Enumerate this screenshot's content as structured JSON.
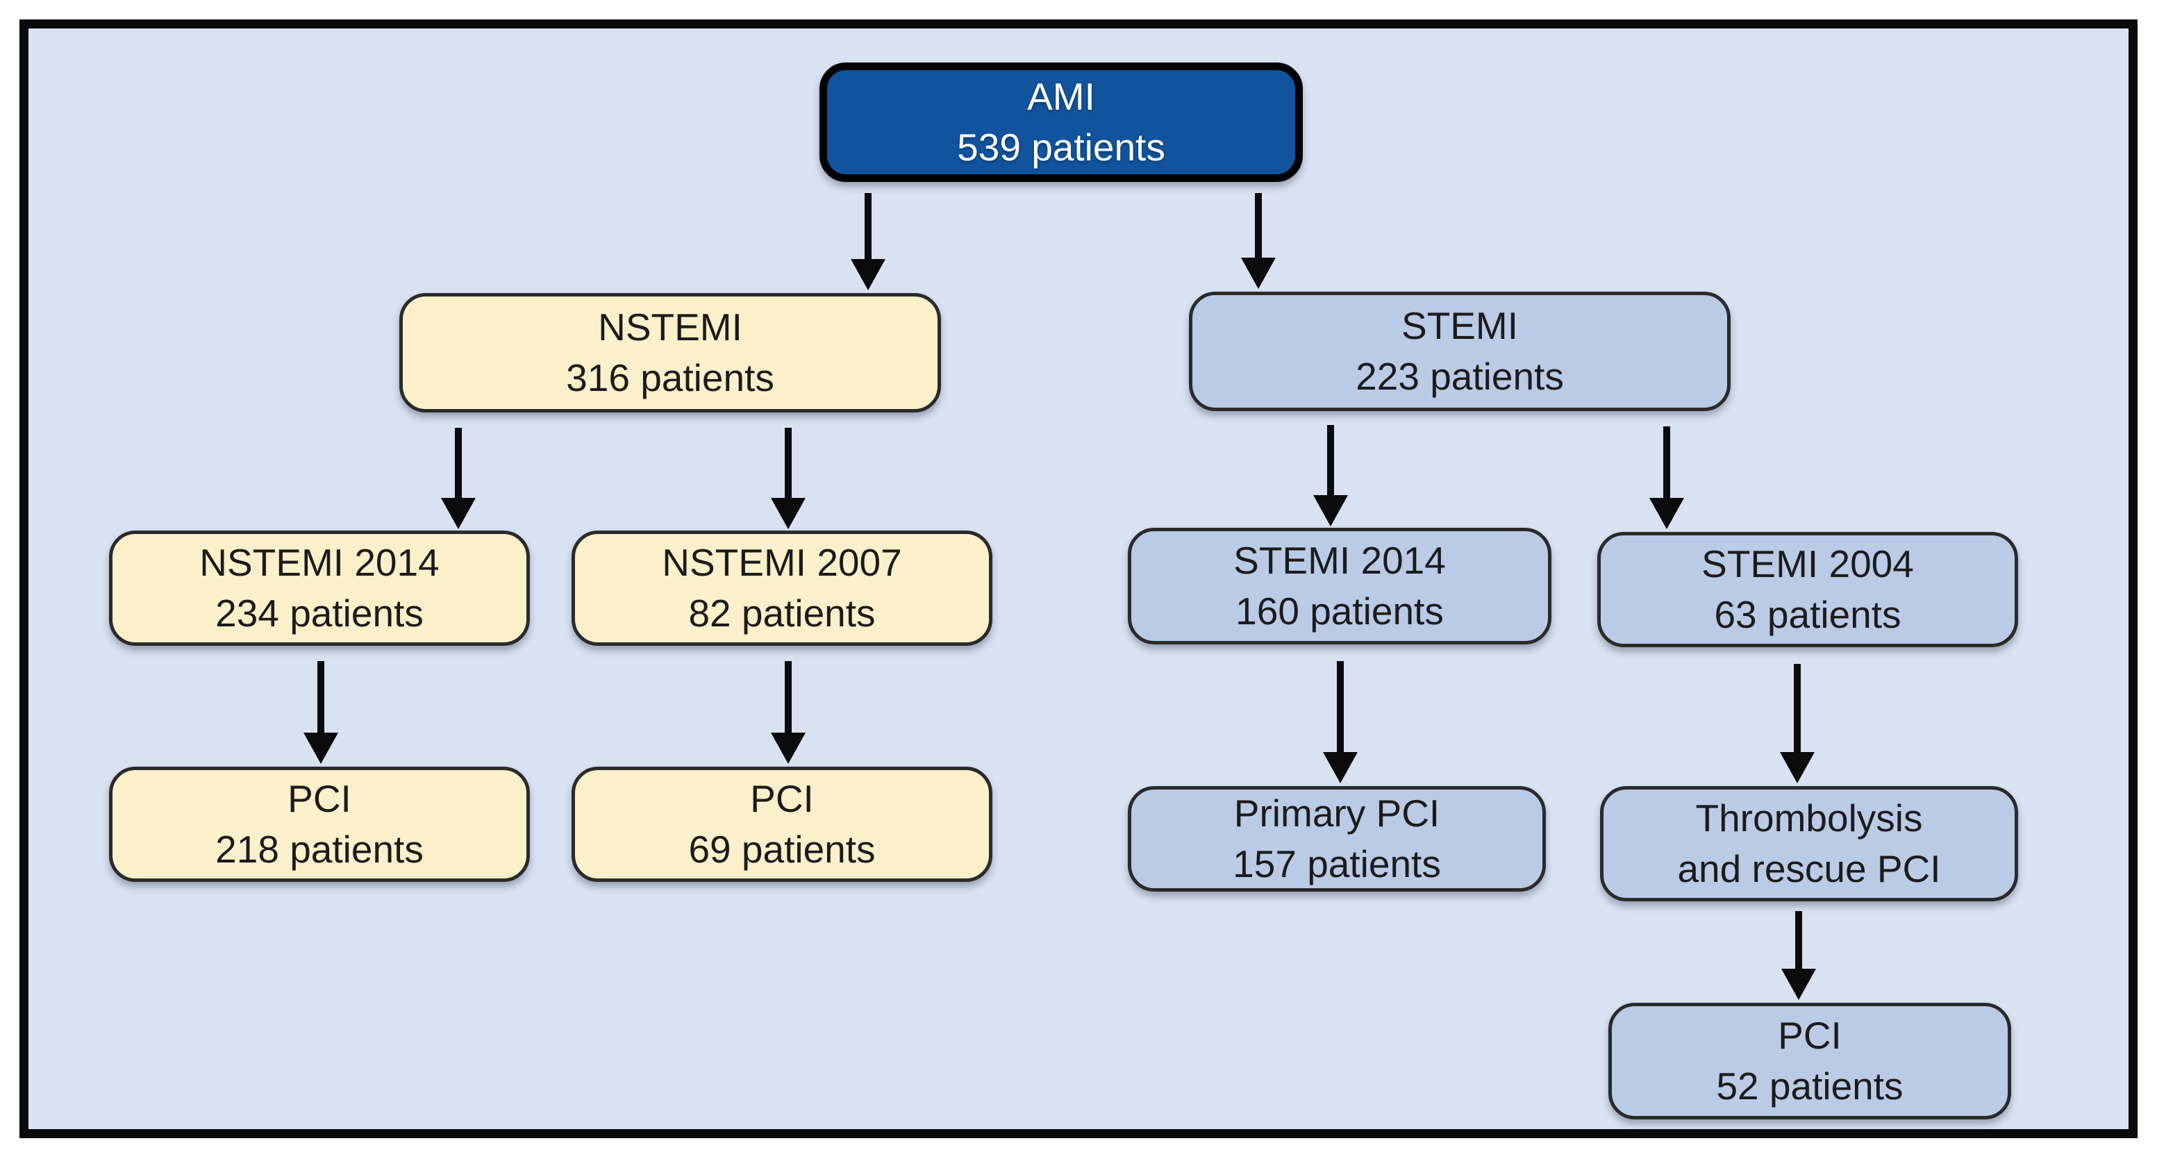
{
  "colors": {
    "background": "#d9e2f3",
    "frame_border": "#0a0a0a",
    "root_fill": "#11549d",
    "root_text": "#ffffff",
    "nstemi_branch_fill": "#fcf0ca",
    "stemi_branch_fill": "#bacbe7",
    "arrow": "#0b0b0b"
  },
  "nodes": {
    "ami": {
      "line1": "AMI",
      "line2": "539 patients"
    },
    "nstemi": {
      "line1": "NSTEMI",
      "line2": "316 patients"
    },
    "stemi": {
      "line1": "STEMI",
      "line2": "223 patients"
    },
    "nstemi_2014": {
      "line1": "NSTEMI 2014",
      "line2": "234 patients"
    },
    "nstemi_2007": {
      "line1": "NSTEMI 2007",
      "line2": "82 patients"
    },
    "stemi_2014": {
      "line1": "STEMI 2014",
      "line2": "160 patients"
    },
    "stemi_2004": {
      "line1": "STEMI 2004",
      "line2": "63 patients"
    },
    "pci_nstemi_2014": {
      "line1": "PCI",
      "line2": "218 patients"
    },
    "pci_nstemi_2007": {
      "line1": "PCI",
      "line2": "69 patients"
    },
    "primary_pci": {
      "line1": "Primary PCI",
      "line2": "157 patients"
    },
    "thrombolysis": {
      "line1": "Thrombolysis",
      "line2": "and rescue PCI"
    },
    "pci_rescue": {
      "line1": "PCI",
      "line2": "52 patients"
    }
  },
  "edges": [
    {
      "from": "ami",
      "to": "nstemi"
    },
    {
      "from": "ami",
      "to": "stemi"
    },
    {
      "from": "nstemi",
      "to": "nstemi_2014"
    },
    {
      "from": "nstemi",
      "to": "nstemi_2007"
    },
    {
      "from": "stemi",
      "to": "stemi_2014"
    },
    {
      "from": "stemi",
      "to": "stemi_2004"
    },
    {
      "from": "nstemi_2014",
      "to": "pci_nstemi_2014"
    },
    {
      "from": "nstemi_2007",
      "to": "pci_nstemi_2007"
    },
    {
      "from": "stemi_2014",
      "to": "primary_pci"
    },
    {
      "from": "stemi_2004",
      "to": "thrombolysis"
    },
    {
      "from": "thrombolysis",
      "to": "pci_rescue"
    }
  ]
}
